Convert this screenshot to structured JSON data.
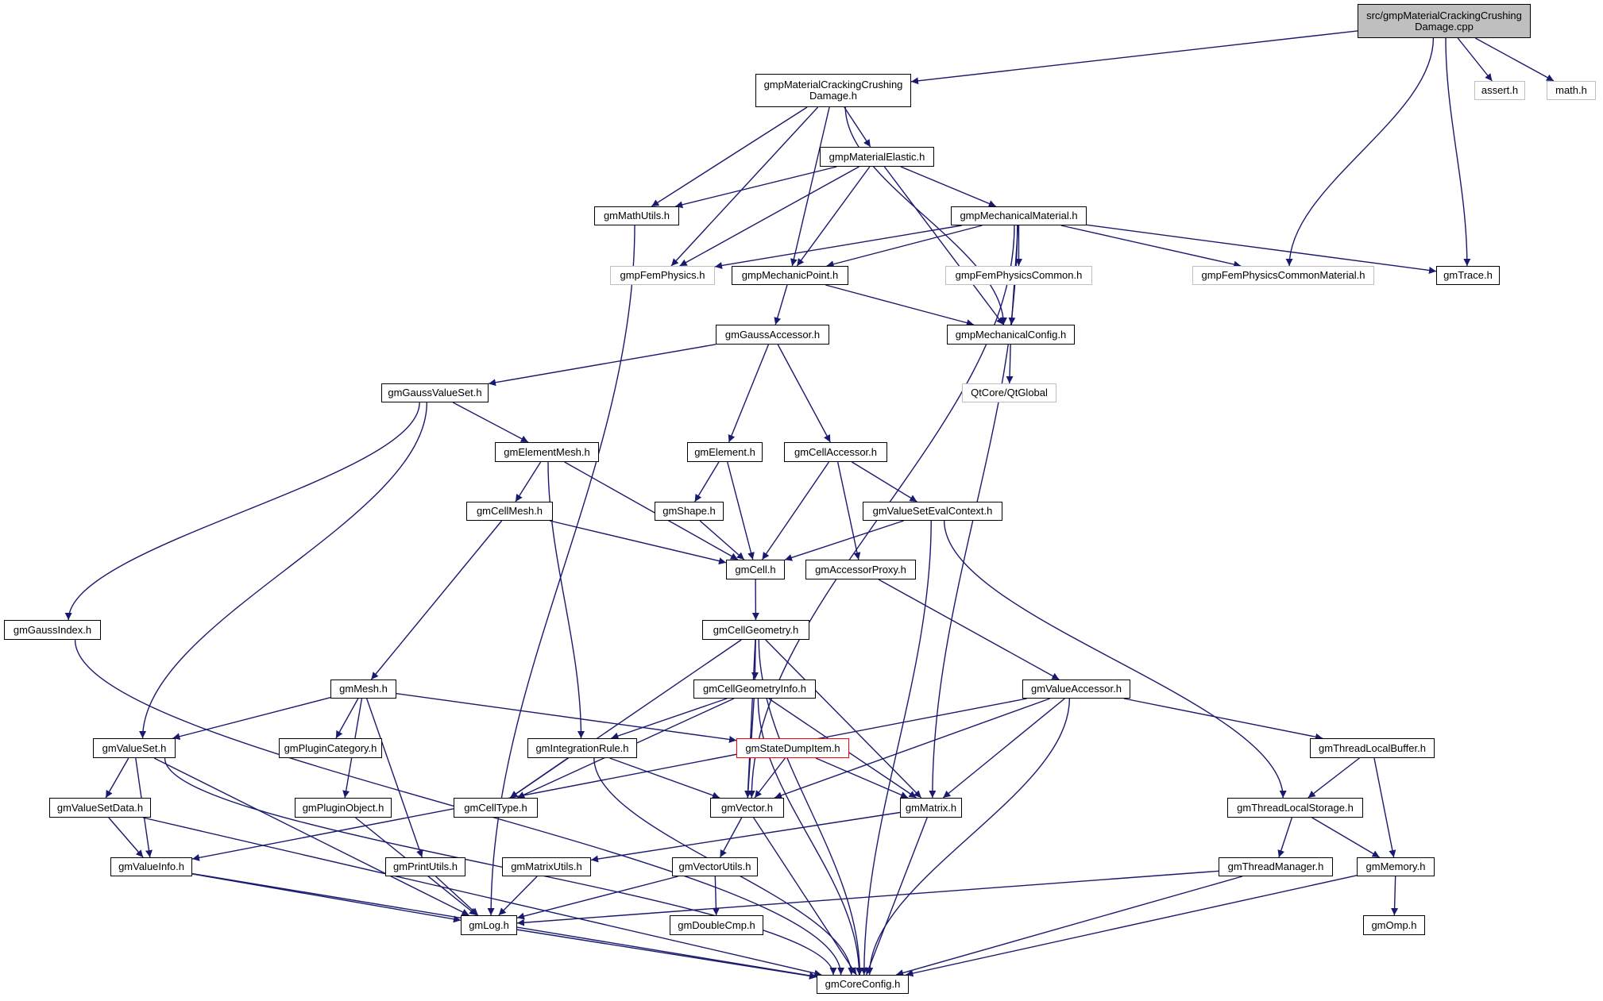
{
  "title": "Include dependency graph for gmpMaterialCrackingCrushingDamage.cpp",
  "colors": {
    "edge": "#191970",
    "node_border": "#000000",
    "root_fill": "#bfbfbf",
    "external_border": "#bfbfbf",
    "truncated_border": "#ff0000"
  },
  "nodes": [
    {
      "id": "root",
      "label": "src/gmpMaterialCrackingCrushing\nDamage.cpp",
      "kind": "root"
    },
    {
      "id": "assert",
      "label": "assert.h",
      "kind": "external"
    },
    {
      "id": "math",
      "label": "math.h",
      "kind": "external"
    },
    {
      "id": "crackh",
      "label": "gmpMaterialCrackingCrushing\nDamage.h",
      "kind": "normal"
    },
    {
      "id": "elastic",
      "label": "gmpMaterialElastic.h",
      "kind": "normal"
    },
    {
      "id": "mathutils",
      "label": "gmMathUtils.h",
      "kind": "normal"
    },
    {
      "id": "mechmat",
      "label": "gmpMechanicalMaterial.h",
      "kind": "normal"
    },
    {
      "id": "femphys",
      "label": "gmpFemPhysics.h",
      "kind": "external"
    },
    {
      "id": "mechpoint",
      "label": "gmpMechanicPoint.h",
      "kind": "normal"
    },
    {
      "id": "femcommon",
      "label": "gmpFemPhysicsCommon.h",
      "kind": "external"
    },
    {
      "id": "femcommat",
      "label": "gmpFemPhysicsCommonMaterial.h",
      "kind": "external"
    },
    {
      "id": "trace",
      "label": "gmTrace.h",
      "kind": "normal"
    },
    {
      "id": "gaussacc",
      "label": "gmGaussAccessor.h",
      "kind": "normal"
    },
    {
      "id": "mechconfig",
      "label": "gmpMechanicalConfig.h",
      "kind": "normal"
    },
    {
      "id": "qtglobal",
      "label": "QtCore/QtGlobal",
      "kind": "external"
    },
    {
      "id": "gaussvs",
      "label": "gmGaussValueSet.h",
      "kind": "normal"
    },
    {
      "id": "elemmesh",
      "label": "gmElementMesh.h",
      "kind": "normal"
    },
    {
      "id": "element",
      "label": "gmElement.h",
      "kind": "normal"
    },
    {
      "id": "cellacc",
      "label": "gmCellAccessor.h",
      "kind": "normal"
    },
    {
      "id": "cellmesh",
      "label": "gmCellMesh.h",
      "kind": "normal"
    },
    {
      "id": "shape",
      "label": "gmShape.h",
      "kind": "normal"
    },
    {
      "id": "vsevalctx",
      "label": "gmValueSetEvalContext.h",
      "kind": "normal"
    },
    {
      "id": "cell",
      "label": "gmCell.h",
      "kind": "normal"
    },
    {
      "id": "accproxy",
      "label": "gmAccessorProxy.h",
      "kind": "normal"
    },
    {
      "id": "gaussidx",
      "label": "gmGaussIndex.h",
      "kind": "normal"
    },
    {
      "id": "cellgeom",
      "label": "gmCellGeometry.h",
      "kind": "normal"
    },
    {
      "id": "mesh",
      "label": "gmMesh.h",
      "kind": "normal"
    },
    {
      "id": "cellgeominfo",
      "label": "gmCellGeometryInfo.h",
      "kind": "normal"
    },
    {
      "id": "valueacc",
      "label": "gmValueAccessor.h",
      "kind": "normal"
    },
    {
      "id": "valueset",
      "label": "gmValueSet.h",
      "kind": "normal"
    },
    {
      "id": "plugincat",
      "label": "gmPluginCategory.h",
      "kind": "normal"
    },
    {
      "id": "intrule",
      "label": "gmIntegrationRule.h",
      "kind": "normal"
    },
    {
      "id": "statedump",
      "label": "gmStateDumpItem.h",
      "kind": "truncated"
    },
    {
      "id": "tlbuffer",
      "label": "gmThreadLocalBuffer.h",
      "kind": "normal"
    },
    {
      "id": "vsdata",
      "label": "gmValueSetData.h",
      "kind": "normal"
    },
    {
      "id": "pluginobj",
      "label": "gmPluginObject.h",
      "kind": "normal"
    },
    {
      "id": "celltype",
      "label": "gmCellType.h",
      "kind": "normal"
    },
    {
      "id": "vector",
      "label": "gmVector.h",
      "kind": "normal"
    },
    {
      "id": "matrix",
      "label": "gmMatrix.h",
      "kind": "normal"
    },
    {
      "id": "tlstorage",
      "label": "gmThreadLocalStorage.h",
      "kind": "normal"
    },
    {
      "id": "valueinfo",
      "label": "gmValueInfo.h",
      "kind": "normal"
    },
    {
      "id": "printutils",
      "label": "gmPrintUtils.h",
      "kind": "normal"
    },
    {
      "id": "matrixutils",
      "label": "gmMatrixUtils.h",
      "kind": "normal"
    },
    {
      "id": "vectorutils",
      "label": "gmVectorUtils.h",
      "kind": "normal"
    },
    {
      "id": "threadmgr",
      "label": "gmThreadManager.h",
      "kind": "normal"
    },
    {
      "id": "memory",
      "label": "gmMemory.h",
      "kind": "normal"
    },
    {
      "id": "log",
      "label": "gmLog.h",
      "kind": "normal"
    },
    {
      "id": "doublecmp",
      "label": "gmDoubleCmp.h",
      "kind": "normal"
    },
    {
      "id": "omp",
      "label": "gmOmp.h",
      "kind": "normal"
    },
    {
      "id": "coreconfig",
      "label": "gmCoreConfig.h",
      "kind": "normal"
    }
  ],
  "edges": [
    [
      "root",
      "crackh"
    ],
    [
      "root",
      "assert"
    ],
    [
      "root",
      "math"
    ],
    [
      "root",
      "femcommat"
    ],
    [
      "root",
      "trace"
    ],
    [
      "crackh",
      "elastic"
    ],
    [
      "crackh",
      "mathutils"
    ],
    [
      "crackh",
      "femphys"
    ],
    [
      "crackh",
      "mechpoint"
    ],
    [
      "crackh",
      "mechconfig"
    ],
    [
      "elastic",
      "mathutils"
    ],
    [
      "elastic",
      "mechmat"
    ],
    [
      "elastic",
      "femphys"
    ],
    [
      "elastic",
      "mechpoint"
    ],
    [
      "elastic",
      "mechconfig"
    ],
    [
      "mathutils",
      "log"
    ],
    [
      "mechmat",
      "femphys"
    ],
    [
      "mechmat",
      "mechpoint"
    ],
    [
      "mechmat",
      "femcommon"
    ],
    [
      "mechmat",
      "femcommat"
    ],
    [
      "mechmat",
      "trace"
    ],
    [
      "mechmat",
      "mechconfig"
    ],
    [
      "mechmat",
      "vector"
    ],
    [
      "mechmat",
      "matrix"
    ],
    [
      "mechpoint",
      "gaussacc"
    ],
    [
      "mechpoint",
      "mechconfig"
    ],
    [
      "mechconfig",
      "qtglobal"
    ],
    [
      "gaussacc",
      "gaussvs"
    ],
    [
      "gaussacc",
      "element"
    ],
    [
      "gaussacc",
      "cellacc"
    ],
    [
      "gaussvs",
      "elemmesh"
    ],
    [
      "gaussvs",
      "gaussidx"
    ],
    [
      "gaussvs",
      "valueset"
    ],
    [
      "elemmesh",
      "cellmesh"
    ],
    [
      "elemmesh",
      "cell"
    ],
    [
      "elemmesh",
      "intrule"
    ],
    [
      "element",
      "shape"
    ],
    [
      "element",
      "cell"
    ],
    [
      "cellacc",
      "cell"
    ],
    [
      "cellacc",
      "accproxy"
    ],
    [
      "cellacc",
      "vsevalctx"
    ],
    [
      "cellmesh",
      "cell"
    ],
    [
      "cellmesh",
      "mesh"
    ],
    [
      "shape",
      "cell"
    ],
    [
      "vsevalctx",
      "cell"
    ],
    [
      "vsevalctx",
      "tlstorage"
    ],
    [
      "vsevalctx",
      "coreconfig"
    ],
    [
      "cell",
      "cellgeom"
    ],
    [
      "accproxy",
      "valueacc"
    ],
    [
      "gaussidx",
      "coreconfig"
    ],
    [
      "cellgeom",
      "cellgeominfo"
    ],
    [
      "cellgeom",
      "celltype"
    ],
    [
      "cellgeom",
      "vector"
    ],
    [
      "cellgeom",
      "matrix"
    ],
    [
      "cellgeom",
      "coreconfig"
    ],
    [
      "mesh",
      "valueset"
    ],
    [
      "mesh",
      "plugincat"
    ],
    [
      "mesh",
      "pluginobj"
    ],
    [
      "mesh",
      "printutils"
    ],
    [
      "mesh",
      "statedump"
    ],
    [
      "cellgeominfo",
      "intrule"
    ],
    [
      "cellgeominfo",
      "celltype"
    ],
    [
      "cellgeominfo",
      "vector"
    ],
    [
      "cellgeominfo",
      "matrix"
    ],
    [
      "cellgeominfo",
      "coreconfig"
    ],
    [
      "valueacc",
      "vector"
    ],
    [
      "valueacc",
      "matrix"
    ],
    [
      "valueacc",
      "valueinfo"
    ],
    [
      "valueacc",
      "tlbuffer"
    ],
    [
      "valueacc",
      "coreconfig"
    ],
    [
      "valueset",
      "vsdata"
    ],
    [
      "valueset",
      "valueinfo"
    ],
    [
      "valueset",
      "log"
    ],
    [
      "valueset",
      "coreconfig"
    ],
    [
      "intrule",
      "celltype"
    ],
    [
      "intrule",
      "vector"
    ],
    [
      "intrule",
      "coreconfig"
    ],
    [
      "statedump",
      "vector"
    ],
    [
      "statedump",
      "matrix"
    ],
    [
      "tlbuffer",
      "tlstorage"
    ],
    [
      "tlbuffer",
      "memory"
    ],
    [
      "vsdata",
      "valueinfo"
    ],
    [
      "vsdata",
      "coreconfig"
    ],
    [
      "pluginobj",
      "log"
    ],
    [
      "vector",
      "vectorutils"
    ],
    [
      "vector",
      "coreconfig"
    ],
    [
      "matrix",
      "matrixutils"
    ],
    [
      "matrix",
      "coreconfig"
    ],
    [
      "tlstorage",
      "threadmgr"
    ],
    [
      "tlstorage",
      "memory"
    ],
    [
      "valueinfo",
      "log"
    ],
    [
      "valueinfo",
      "coreconfig"
    ],
    [
      "printutils",
      "log"
    ],
    [
      "matrixutils",
      "log"
    ],
    [
      "vectorutils",
      "log"
    ],
    [
      "vectorutils",
      "doublecmp"
    ],
    [
      "threadmgr",
      "log"
    ],
    [
      "threadmgr",
      "coreconfig"
    ],
    [
      "memory",
      "omp"
    ],
    [
      "memory",
      "coreconfig"
    ],
    [
      "log",
      "coreconfig"
    ]
  ]
}
